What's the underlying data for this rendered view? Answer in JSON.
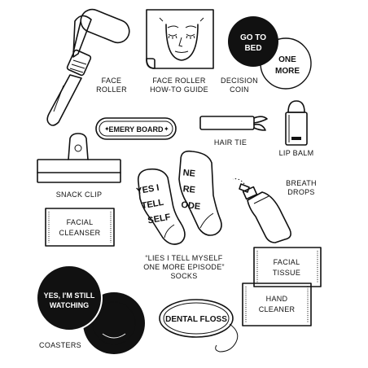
{
  "colors": {
    "ink": "#111111",
    "paper": "#ffffff"
  },
  "labels": {
    "face_roller_1": "FACE",
    "face_roller_2": "ROLLER",
    "guide_1": "FACE ROLLER",
    "guide_2": "HOW-TO GUIDE",
    "coin_1": "DECISION",
    "coin_2": "COIN",
    "hair_tie": "HAIR TIE",
    "lip_balm": "LIP BALM",
    "snack_clip": "SNACK CLIP",
    "breath_1": "BREATH",
    "breath_2": "DROPS",
    "socks_1": "“LIES I TELL MYSELF",
    "socks_2": "ONE MORE EPISODE”",
    "socks_3": "SOCKS",
    "coasters": "COASTERS"
  },
  "items": {
    "coin_front_1": "GO TO",
    "coin_front_2": "BED",
    "coin_back_1": "ONE",
    "coin_back_2": "MORE",
    "emery_board": "EMERY BOARD",
    "sock_left_1": "YES I",
    "sock_left_2": "TELL",
    "sock_left_3": "SELF",
    "sock_right_1": "NE",
    "sock_right_2": "RE",
    "sock_right_3": "ODE",
    "cleanser_1": "FACIAL",
    "cleanser_2": "CLEANSER",
    "tissue_1": "FACIAL",
    "tissue_2": "TISSUE",
    "hand_1": "HAND",
    "hand_2": "CLEANER",
    "coaster_1": "YES, I'M STILL",
    "coaster_2": "WATCHING",
    "dental_floss": "DENTAL FLOSS"
  },
  "icons": [
    "face-roller-icon",
    "guide-face-icon",
    "hair-tie-icon",
    "lip-balm-icon",
    "snack-clip-icon",
    "breath-drops-icon",
    "socks-icon",
    "coaster-icon",
    "floss-icon"
  ]
}
